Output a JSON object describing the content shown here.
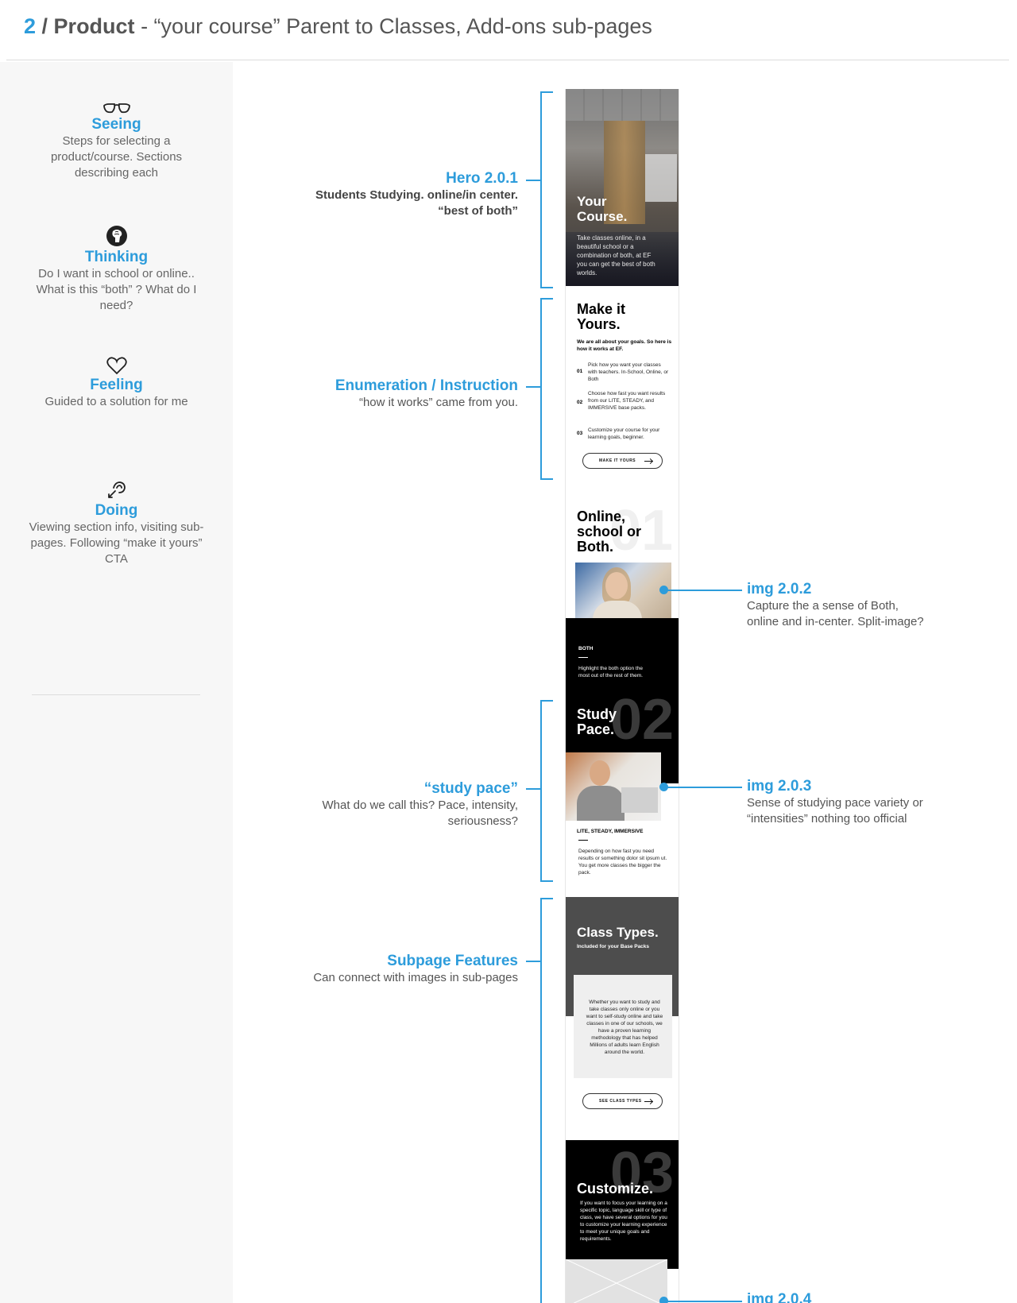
{
  "header": {
    "number": "2",
    "section": "/ Product",
    "rest": " - “your course” Parent to Classes, Add-ons sub-pages"
  },
  "sidebar": {
    "stages": [
      {
        "icon": "glasses-icon",
        "title": "Seeing",
        "desc": "Steps for selecting a product/course. Sections describing each"
      },
      {
        "icon": "brain-head-icon",
        "title": "Thinking",
        "desc": "Do I want in school or online.. What is this “both” ? What do I need?"
      },
      {
        "icon": "heart-icon",
        "title": "Feeling",
        "desc": "Guided to a solution for me"
      },
      {
        "icon": "pointing-hand-icon",
        "title": "Doing",
        "desc": "Viewing section info, visiting sub-pages. Following “make it yours” CTA"
      }
    ]
  },
  "annotations": {
    "hero": {
      "title": "Hero 2.0.1",
      "desc": "Students Studying. online/in center. “best of both”"
    },
    "enumeration": {
      "title": "Enumeration / Instruction",
      "desc": "“how it works” came from you."
    },
    "pace": {
      "title": "“study pace”",
      "desc": "What do we call this? Pace, intensity, seriousness?"
    },
    "subpage": {
      "title": "Subpage Features",
      "desc": "Can connect with images in sub-pages"
    },
    "img202": {
      "title": "img 2.0.2",
      "desc": "Capture the a sense of Both, online and in-center. Split-image?"
    },
    "img203": {
      "title": "img 2.0.3",
      "desc": "Sense of studying pace variety or “intensities” nothing too official"
    },
    "img204": {
      "title": "img 2.0.4"
    }
  },
  "mock": {
    "hero_title": "Your Course.",
    "hero_text": "Take classes online, in a beautiful school or a combination of both, at EF you can get the best of both worlds.",
    "make_title": "Make it Yours.",
    "make_sub": "We are all about your goals. So here is how it works at EF.",
    "steps": [
      {
        "n": "01",
        "t": "Pick how you want your classes with teachers. In-School, Online, or Both"
      },
      {
        "n": "02",
        "t": "Choose how fast you want results from our LITE, STEADY, and IMMERSIVE base packs."
      },
      {
        "n": "03",
        "t": "Customize your course for your learning goals, beginner."
      }
    ],
    "make_btn": "MAKE IT YOURS",
    "online_title": "Online, school or Both.",
    "num1": "01",
    "both_label": "BOTH",
    "both_text": "Highlight the both option the most out of the rest of them.",
    "pace_title": "Study Pace.",
    "num2": "02",
    "pace_label": "LITE, STEADY, IMMERSIVE",
    "pace_text": "Depending on how fast you need results or something dolor sit ipsum ut. You get more classes the bigger the pack.",
    "class_title": "Class Types.",
    "class_sub": "Included for your Base Packs",
    "class_text": "Whether you want to study and take classes only online or you want to self-study online and take classes in one of our schools, we have a proven learning methodology that has helped Millions of adults learn English around the world.",
    "class_btn": "SEE CLASS TYPES",
    "num3": "03",
    "cust_title": "Customize.",
    "cust_text": "If you want to focus your learning on a specific topic, language skill or type of class, we have several options for you to customize your learning experience to meet your unique goals and requirements."
  }
}
